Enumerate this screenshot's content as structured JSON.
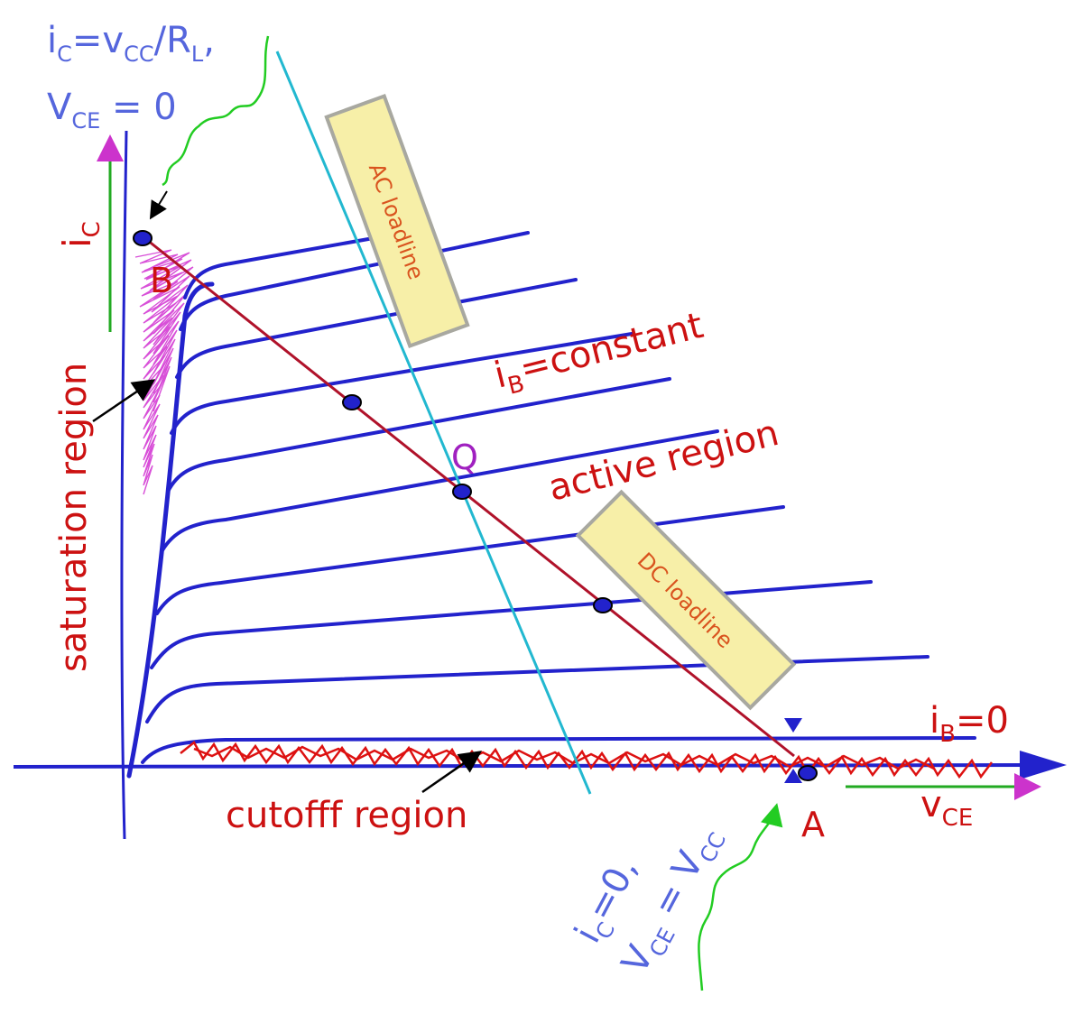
{
  "colors": {
    "curves": "#2222cc",
    "dc_loadline": "#b0122a",
    "ac_loadline": "#22b8d0",
    "label_blue": "#5566dd",
    "label_red": "#cc1111",
    "label_box_fill": "#f7efa8",
    "label_box_border": "#a8a8a0",
    "saturation_scribble": "#d84fd8",
    "cutoff_scribble": "#dd1111",
    "pointer_green": "#22cc22",
    "axis_arrow_magenta": "#cc33cc"
  },
  "labels": {
    "ic_top_1": "i",
    "ic_top_sub1": "C",
    "ic_top_eq": "=v",
    "ic_top_sub2": "CC",
    "ic_top_slash": "/R",
    "ic_top_sub3": "L",
    "ic_top_comma": ",",
    "vce_top_v": "V",
    "vce_top_sub": "CE",
    "vce_top_eq": " = 0",
    "ic_axis": "i",
    "ic_axis_sub": "C",
    "point_B": "B",
    "point_A": "A",
    "point_Q": "Q",
    "saturation": "saturation region",
    "ib_const": "i",
    "ib_const_sub": "B",
    "ib_const_rest": "=constant",
    "active": "active region",
    "ac_loadline": "AC loadline",
    "dc_loadline": "DC loadline",
    "ib_zero": "i",
    "ib_zero_sub": "B",
    "ib_zero_rest": "=0",
    "cutoff": "cutofff region",
    "vce_axis": "v",
    "vce_axis_sub": "CE",
    "bottom_ic": "i",
    "bottom_ic_sub": "C",
    "bottom_ic_rest": "=0,",
    "bottom_vce": "V",
    "bottom_vce_sub": "CE",
    "bottom_vce_eq": " = V",
    "bottom_vce_sub2": "CC"
  }
}
